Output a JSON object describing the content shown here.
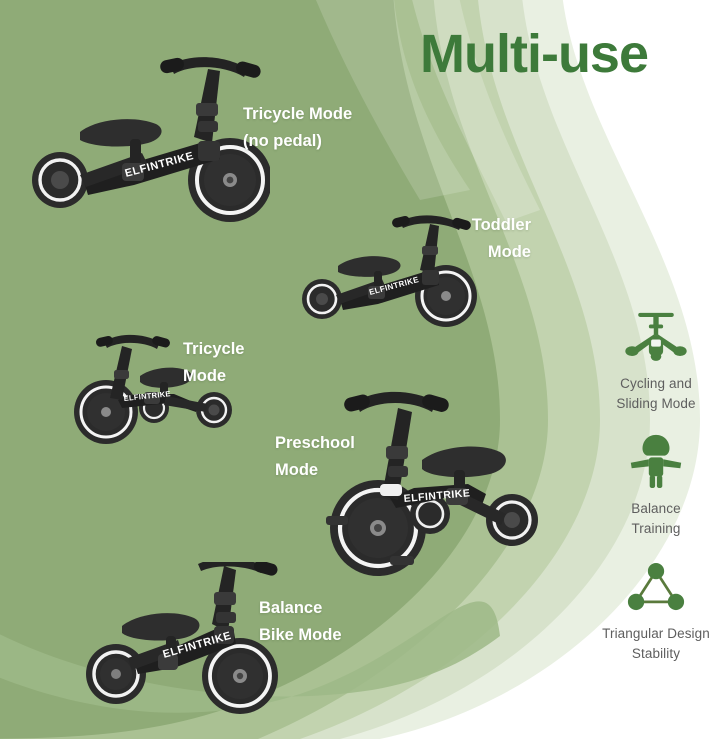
{
  "headline": {
    "text": "Multi-use",
    "color": "#3d7a3a"
  },
  "brand": {
    "name": "ELFINTRIKE"
  },
  "colors": {
    "background_green": "#8fab77",
    "band_light_1": "#a7bf92",
    "band_light_2": "#bdd0ac",
    "band_light_3": "#d3e0c7",
    "band_light_4": "#e4ecdc",
    "white": "#ffffff",
    "icon_green": "#4a8040",
    "caption_gray": "#5e5e5e",
    "label_white": "#ffffff",
    "trike_black": "#262626"
  },
  "modes": [
    {
      "id": "tricycle-no-pedal",
      "lines": [
        "Tricycle Mode",
        "(no pedal)"
      ]
    },
    {
      "id": "toddler",
      "lines": [
        "Toddler",
        "Mode"
      ]
    },
    {
      "id": "tricycle",
      "lines": [
        "Tricycle",
        "Mode"
      ]
    },
    {
      "id": "preschool",
      "lines": [
        "Preschool",
        "Mode"
      ]
    },
    {
      "id": "balance-bike",
      "lines": [
        "Balance",
        "Bike Mode"
      ]
    }
  ],
  "features": [
    {
      "id": "cycling-sliding",
      "icon": "trike-top-view-icon",
      "lines": [
        "Cycling and",
        "Sliding Mode"
      ]
    },
    {
      "id": "balance-training",
      "icon": "child-figure-icon",
      "lines": [
        "Balance",
        "Training"
      ]
    },
    {
      "id": "triangular-stability",
      "icon": "triangle-nodes-icon",
      "lines": [
        "Triangular Design",
        "Stability"
      ]
    }
  ]
}
